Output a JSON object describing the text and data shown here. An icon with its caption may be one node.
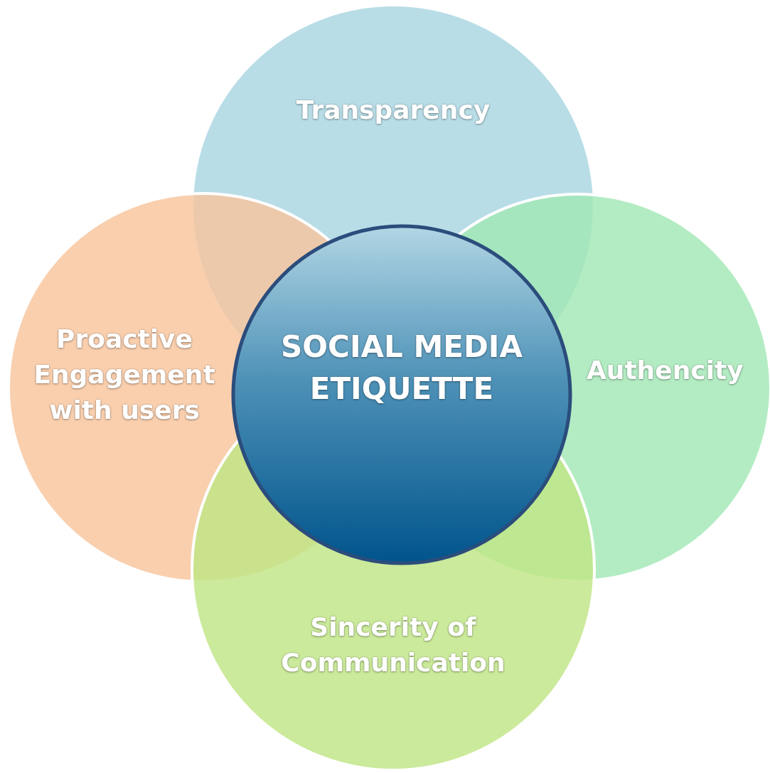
{
  "diagram": {
    "nodes": [
      {
        "text": [
          "Transparency"
        ]
      },
      {
        "text": [
          "Proactive Engagement with users"
        ]
      },
      {
        "text": [
          "SOCIAL MEDIA ETIQUETTE"
        ]
      },
      {
        "text": [
          "Authencity"
        ]
      },
      {
        "text": [
          "Sincerity of Communication"
        ]
      }
    ]
  }
}
